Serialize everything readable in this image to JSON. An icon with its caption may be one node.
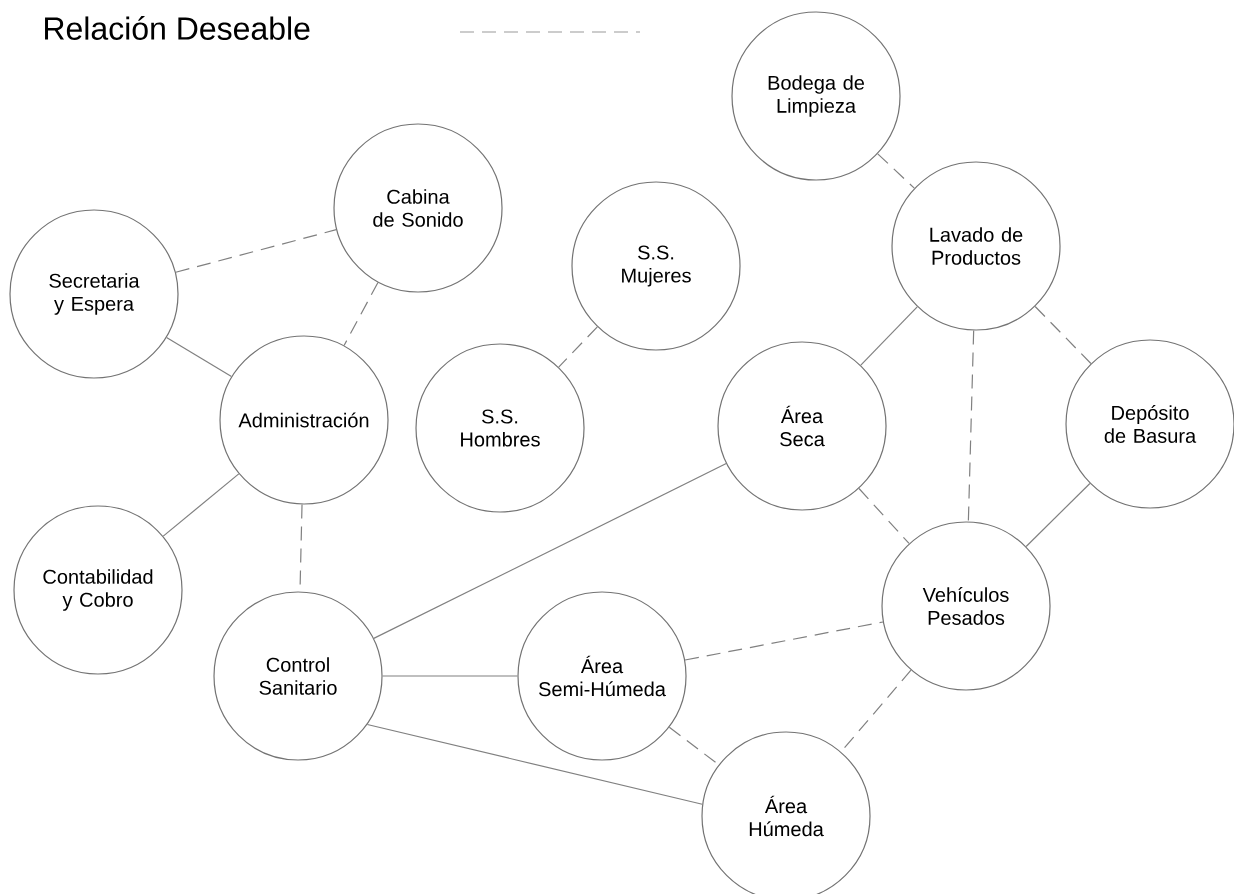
{
  "diagram": {
    "nodes": [
      {
        "text": [
          "Bodega de Limpieza"
        ]
      },
      {
        "text": [
          "Cabina de Sonido"
        ]
      },
      {
        "text": [
          "Secretaria y Espera"
        ]
      },
      {
        "text": [
          "S.S. Mujeres"
        ]
      },
      {
        "text": [
          "Lavado de Productos"
        ]
      },
      {
        "text": [
          "Administración"
        ]
      },
      {
        "text": [
          "S.S. Hombres"
        ]
      },
      {
        "text": [
          "Área Seca"
        ]
      },
      {
        "text": [
          "Depósito de Basura"
        ]
      },
      {
        "text": [
          "Contabilidad y Cobro"
        ]
      },
      {
        "text": [
          "Control Sanitario"
        ]
      },
      {
        "text": [
          "Área Semi-Húmeda"
        ]
      },
      {
        "text": [
          "Vehículos Pesados"
        ]
      },
      {
        "text": [
          "Área Húmeda"
        ]
      }
    ],
    "edges": [
      {
        "from": 2,
        "to": 1,
        "arrow": "none",
        "style": "dashed"
      },
      {
        "from": 1,
        "to": 5,
        "arrow": "none",
        "style": "dashed"
      },
      {
        "from": 2,
        "to": 5,
        "arrow": "none"
      },
      {
        "from": 3,
        "to": 6,
        "arrow": "none",
        "style": "dashed"
      },
      {
        "from": 0,
        "to": 4,
        "arrow": "none",
        "style": "dashed"
      },
      {
        "from": 4,
        "to": 7,
        "arrow": "none"
      },
      {
        "from": 4,
        "to": 12,
        "arrow": "none",
        "style": "dashed"
      },
      {
        "from": 4,
        "to": 8,
        "arrow": "none",
        "style": "dashed"
      },
      {
        "from": 5,
        "to": 9,
        "arrow": "none"
      },
      {
        "from": 5,
        "to": 10,
        "arrow": "none",
        "style": "dashed"
      },
      {
        "from": 10,
        "to": 7,
        "arrow": "none"
      },
      {
        "from": 10,
        "to": 11,
        "arrow": "none"
      },
      {
        "from": 10,
        "to": 13,
        "arrow": "none"
      },
      {
        "from": 7,
        "to": 12,
        "arrow": "none",
        "style": "dashed"
      },
      {
        "from": 8,
        "to": 12,
        "arrow": "none"
      },
      {
        "from": 11,
        "to": 12,
        "arrow": "none",
        "style": "dashed"
      },
      {
        "from": 12,
        "to": 13,
        "arrow": "none",
        "style": "dashed"
      },
      {
        "from": 11,
        "to": 13,
        "arrow": "none",
        "style": "dashed"
      }
    ],
    "legend": [
      {
        "text": "Relación Deseable"
      }
    ]
  }
}
